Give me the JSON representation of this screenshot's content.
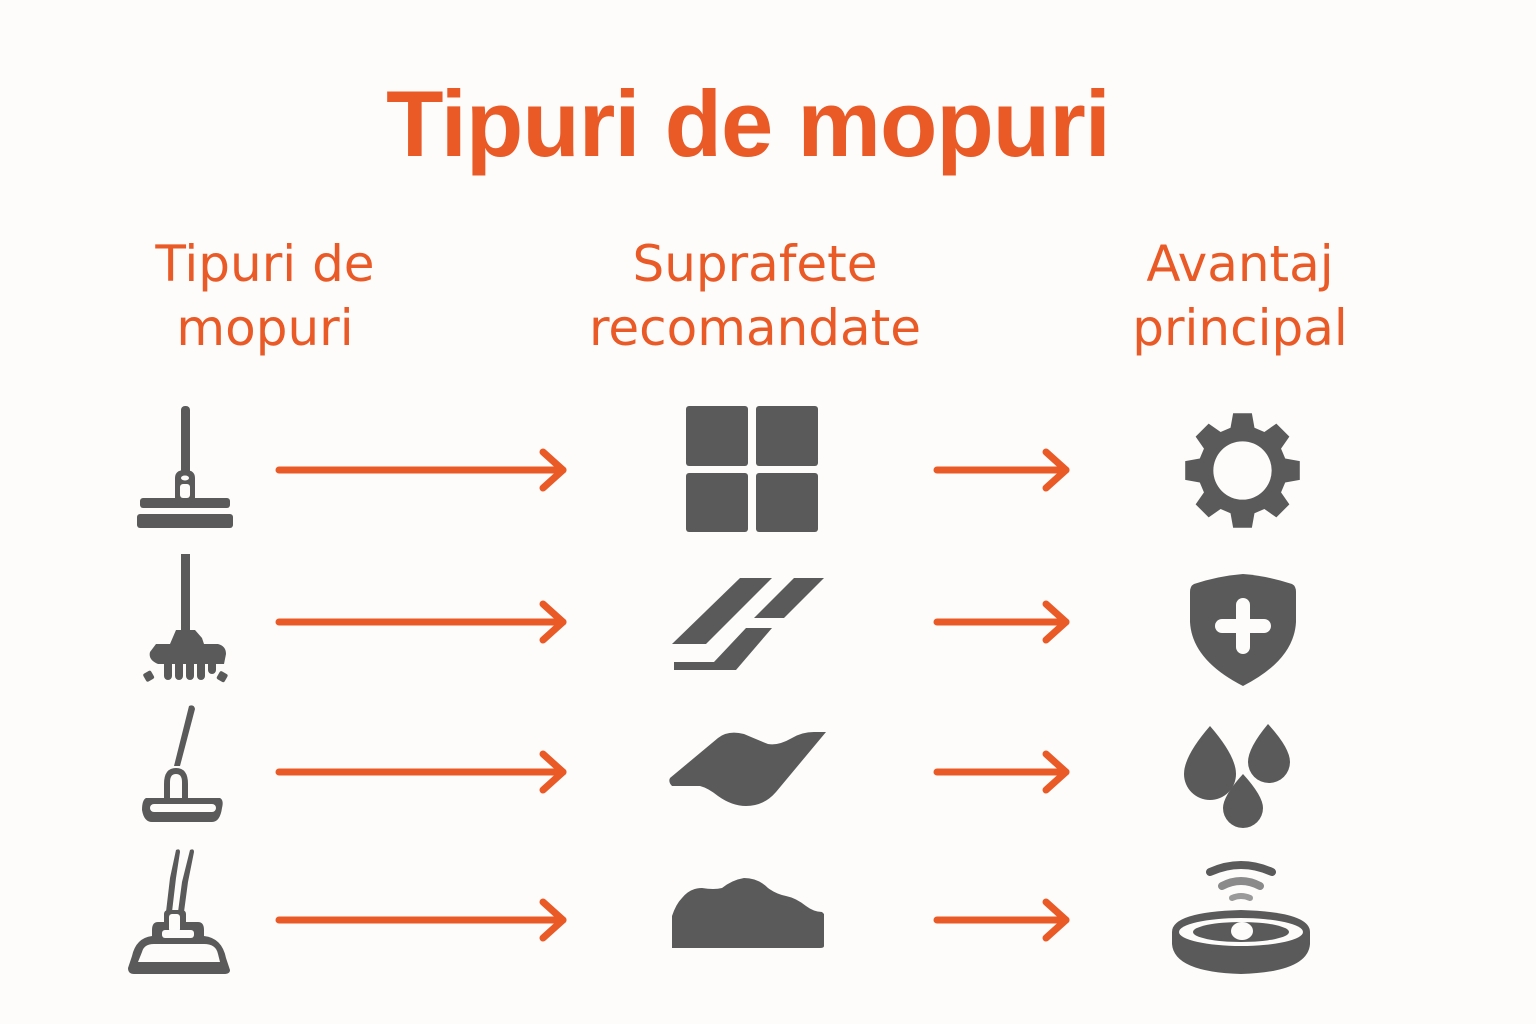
{
  "title": "Tipuri de mopuri",
  "columns": [
    {
      "line1": "Tipuri de",
      "line2": "mopuri"
    },
    {
      "line1": "Suprafete",
      "line2": "recomandate"
    },
    {
      "line1": "Avantaj",
      "line2": "principal"
    }
  ],
  "colors": {
    "accent": "#e95a27",
    "icon": "#5a5a5a",
    "background": "#fdfcfb"
  },
  "rows": [
    {
      "mop": "flat-mop-icon",
      "surface": "tile-floor-icon",
      "benefit": "gear-icon"
    },
    {
      "mop": "string-mop-icon",
      "surface": "laminate-floor-icon",
      "benefit": "shield-plus-icon"
    },
    {
      "mop": "microfiber-mop-icon",
      "surface": "wavy-surface-icon",
      "benefit": "water-drops-icon"
    },
    {
      "mop": "spray-mop-icon",
      "surface": "uneven-surface-icon",
      "benefit": "robot-vacuum-icon"
    }
  ]
}
